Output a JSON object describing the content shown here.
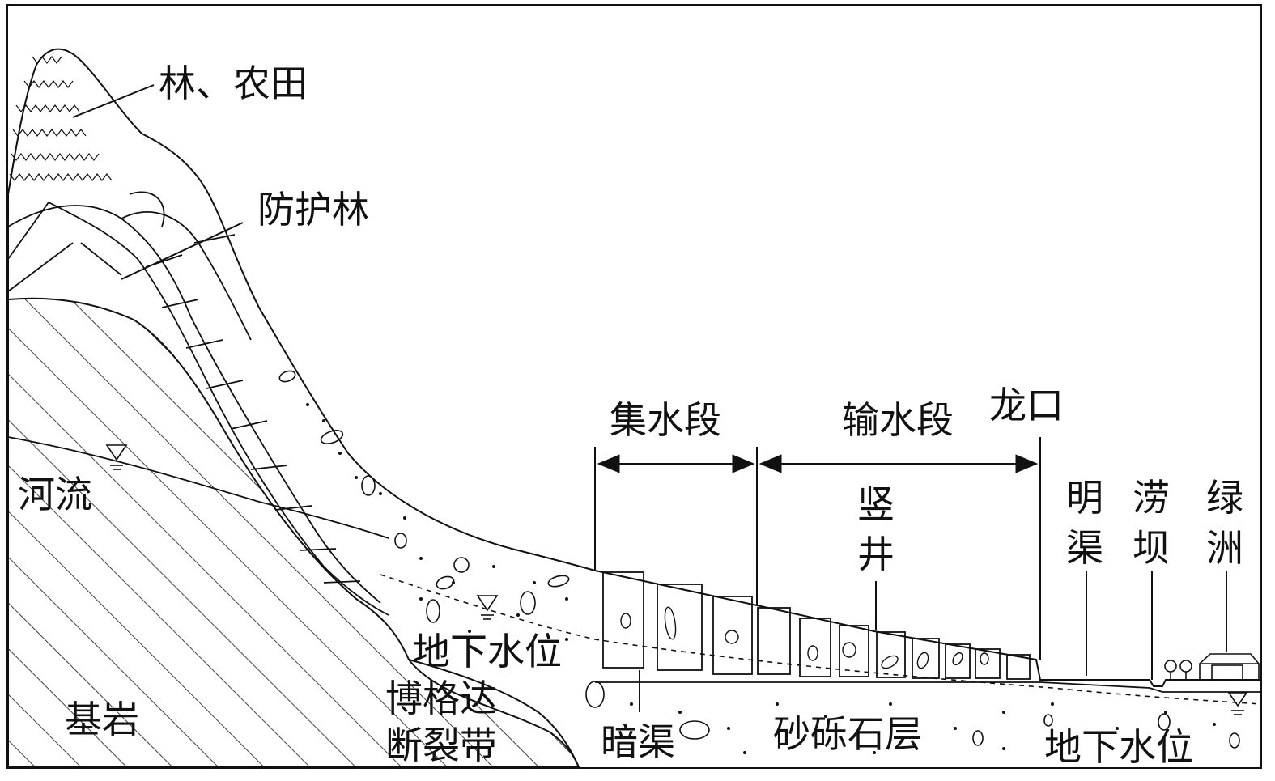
{
  "labels": {
    "forest_farmland": "林、农田",
    "shelter_forest": "防护林",
    "river": "河流",
    "bedrock": "基岩",
    "groundwater_level_left": "地下水位",
    "fault_line1": "博格达",
    "fault_line2": "断裂带",
    "catchment_section": "集水段",
    "conveyance_section": "输水段",
    "outlet": "龙口",
    "vertical_well": "竖井",
    "open_channel": "明渠",
    "dam": "涝坝",
    "oasis": "绿洲",
    "underground_channel": "暗渠",
    "gravel_layer": "砂砾石层",
    "groundwater_level_right": "地下水位"
  },
  "colors": {
    "line": "#111111",
    "background": "#ffffff"
  },
  "icons": [
    "water-level-icon",
    "double-arrow-icon",
    "tree-icon",
    "house-icon"
  ]
}
